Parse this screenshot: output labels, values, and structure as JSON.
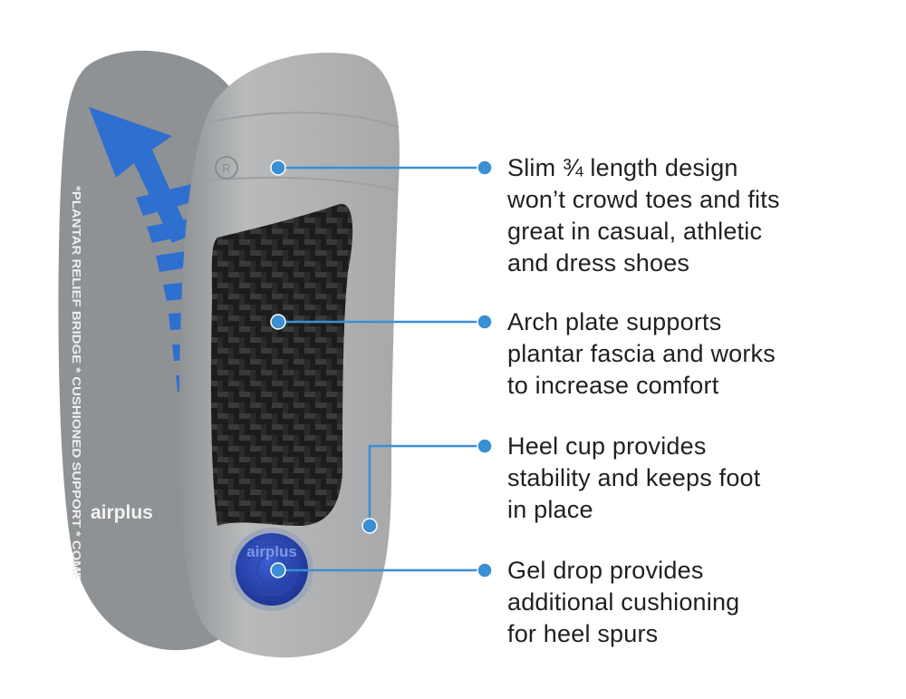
{
  "accent_color": "#3b8fd3",
  "product": {
    "brand_logo": "airplus",
    "insole_side_text": "*PLANTAR RELIEF BRIDGE * CUSHIONED SUPPORT * COMF",
    "registered_mark": "R"
  },
  "callouts": [
    {
      "target": "toe-area",
      "text": "Slim ¾ length design\nwon’t crowd toes and fits\ngreat in casual, athletic\nand dress shoes"
    },
    {
      "target": "arch-plate",
      "text": "Arch plate supports\nplantar fascia and works\nto increase comfort"
    },
    {
      "target": "heel-cup",
      "text": "Heel cup provides\nstability and keeps foot\nin place"
    },
    {
      "target": "gel-drop",
      "text": "Gel drop provides\nadditional cushioning\nfor heel spurs"
    }
  ]
}
